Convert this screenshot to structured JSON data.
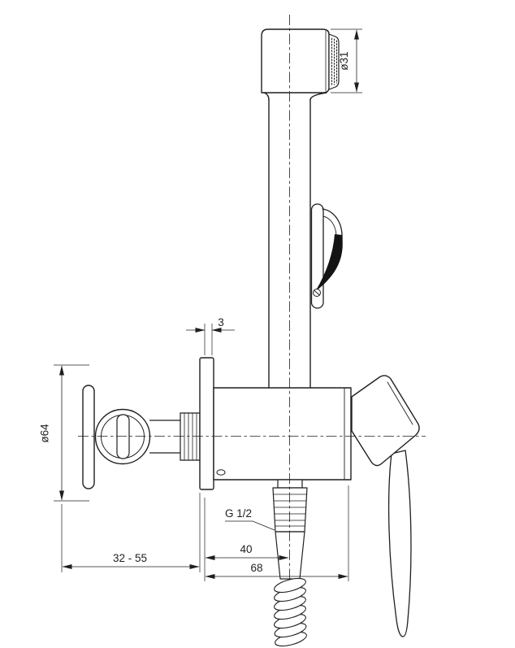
{
  "labels": {
    "sprayhead_diameter": "ø31",
    "flange_gap": "3",
    "rosette_diameter": "ø64",
    "mounting_depth_range": "32 - 55",
    "outlet_offset": "40",
    "body_offset": "68",
    "thread": "G 1/2"
  },
  "colors": {
    "line": "#1f1f1f",
    "accent_fill": "#141414",
    "background": "#ffffff"
  }
}
